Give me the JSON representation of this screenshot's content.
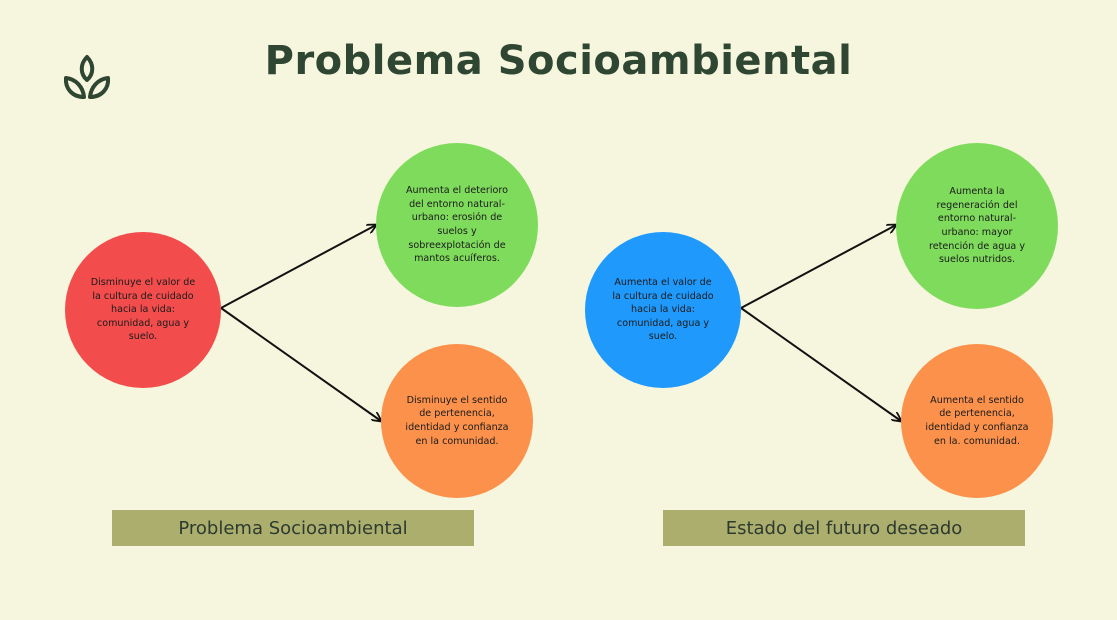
{
  "title": "Problema Socioambiental",
  "logo": {
    "icon": "three-leaf-sprout-icon",
    "color": "#2f4632"
  },
  "colors": {
    "background": "#f5f6dd",
    "red": "#f24c4c",
    "green": "#7edb5c",
    "orange": "#fb914a",
    "blue": "#1f99fb",
    "caption_bar": "#acae6e",
    "arrow": "#111111"
  },
  "left_diagram": {
    "source": "Disminuye el valor de la cultura de cuidado hacia la vida: comunidad, agua y suelo.",
    "effect_top": "Aumenta el deterioro del entorno natural-urbano: erosión de suelos y sobreexplotación de mantos acuíferos.",
    "effect_bottom": "Disminuye el sentido de pertenencia, identidad y confianza en la comunidad.",
    "caption": "Problema Socioambiental"
  },
  "right_diagram": {
    "source": "Aumenta el valor de la cultura de cuidado hacia la vida: comunidad, agua y suelo.",
    "effect_top": "Aumenta la regeneración del entorno natural-urbano: mayor retención de agua y suelos nutridos.",
    "effect_bottom": "Aumenta el sentido de pertenencia, identidad y confianza en la. comunidad.",
    "caption": "Estado del futuro deseado"
  }
}
